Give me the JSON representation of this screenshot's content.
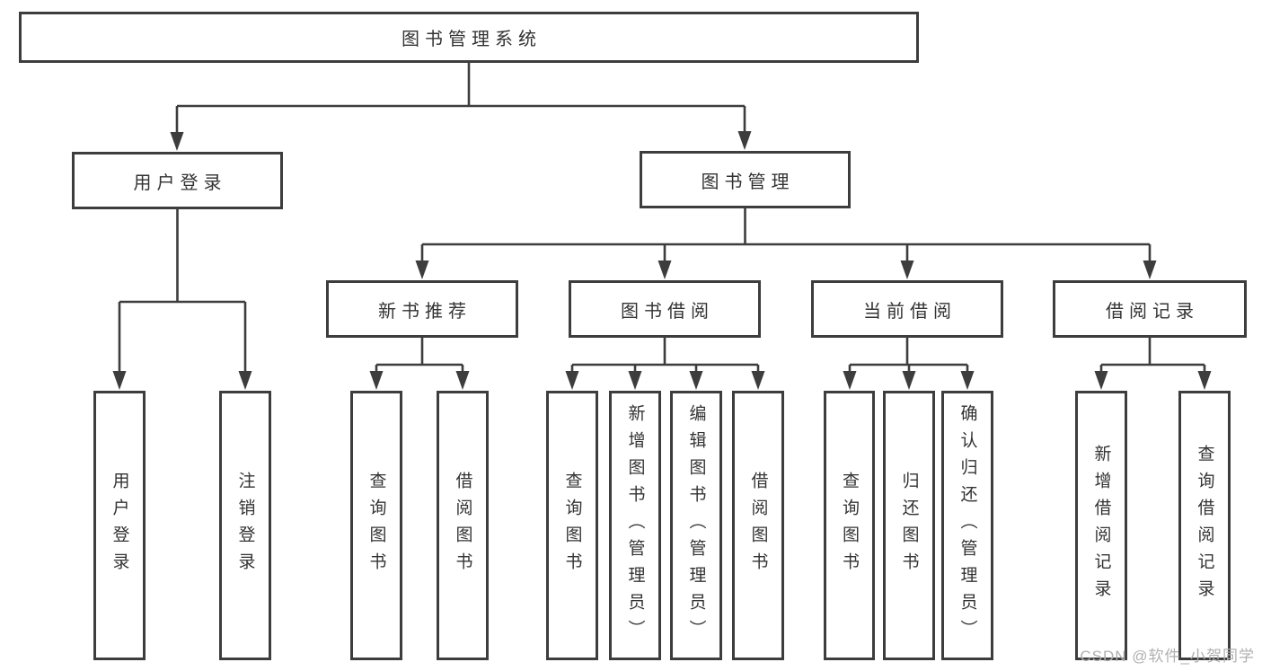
{
  "diagram": {
    "root": "图书管理系统",
    "branches": [
      {
        "label": "用户登录",
        "children": [
          "用户登录",
          "注销登录"
        ]
      },
      {
        "label": "图书管理",
        "children": [
          {
            "label": "新书推荐",
            "children": [
              "查询图书",
              "借阅图书"
            ]
          },
          {
            "label": "图书借阅",
            "children": [
              "查询图书",
              "新增图书（管理员）",
              "编辑图书（管理员）",
              "借阅图书"
            ]
          },
          {
            "label": "当前借阅",
            "children": [
              "查询图书",
              "归还图书",
              "确认归还（管理员）"
            ]
          },
          {
            "label": "借阅记录",
            "children": [
              "新增借阅记录",
              "查询借阅记录"
            ]
          }
        ]
      }
    ],
    "watermark": "CSDN @软件_小贺同学",
    "colors": {
      "line": "#3d3d3d",
      "ink": "#333333",
      "watermark": "#b0b0b0",
      "background": "#ffffff"
    }
  }
}
